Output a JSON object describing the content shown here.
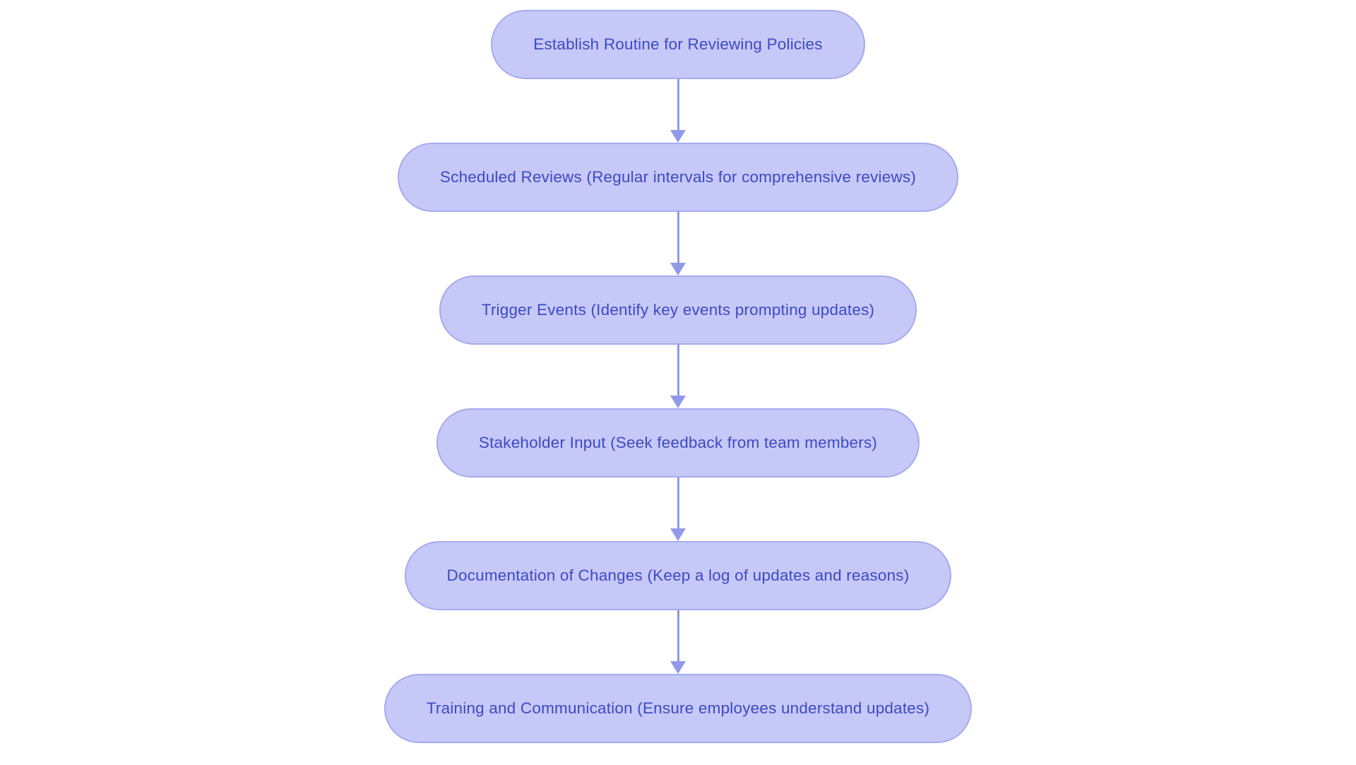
{
  "diagram": {
    "type": "flowchart",
    "direction": "top-down",
    "background_color": "#ffffff",
    "node_fill_color": "#c6c9f7",
    "node_border_color": "#a5aaef",
    "node_text_color": "#3d49c4",
    "arrow_color": "#9199ea",
    "nodes": [
      {
        "id": "establish-routine",
        "label": "Establish Routine for Reviewing Policies"
      },
      {
        "id": "scheduled-reviews",
        "label": "Scheduled Reviews (Regular intervals for comprehensive reviews)"
      },
      {
        "id": "trigger-events",
        "label": "Trigger Events (Identify key events prompting updates)"
      },
      {
        "id": "stakeholder-input",
        "label": "Stakeholder Input (Seek feedback from team members)"
      },
      {
        "id": "documentation-of-changes",
        "label": "Documentation of Changes (Keep a log of updates and reasons)"
      },
      {
        "id": "training-and-communication",
        "label": "Training and Communication (Ensure employees understand updates)"
      }
    ],
    "edges": [
      {
        "from": "establish-routine",
        "to": "scheduled-reviews"
      },
      {
        "from": "scheduled-reviews",
        "to": "trigger-events"
      },
      {
        "from": "trigger-events",
        "to": "stakeholder-input"
      },
      {
        "from": "stakeholder-input",
        "to": "documentation-of-changes"
      },
      {
        "from": "documentation-of-changes",
        "to": "training-and-communication"
      }
    ]
  }
}
